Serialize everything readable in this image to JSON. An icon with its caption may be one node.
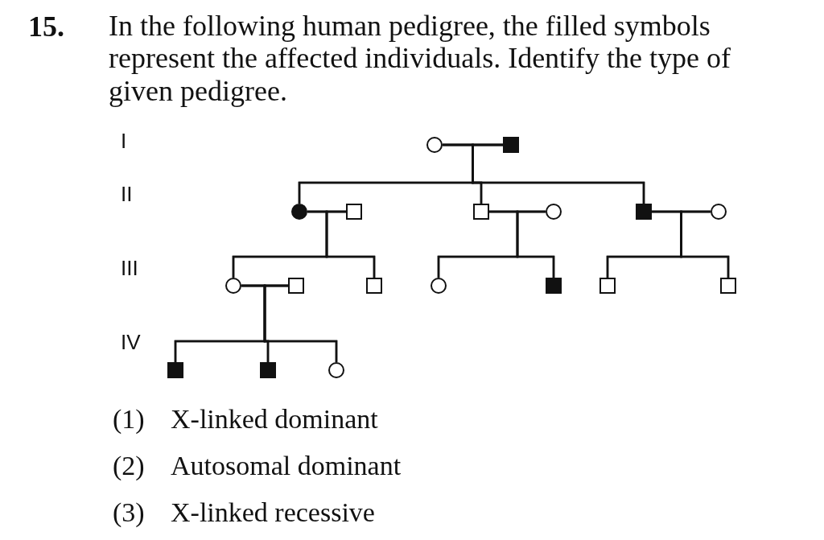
{
  "diagram": {
    "title": "In the following human pedigree, the filled symbols represent the affected individuals. Identify the type of given pedigree.",
    "nodes": [
      {
        "text": [],
        "shape": "circle"
      },
      {
        "text": [],
        "shape": "block"
      },
      {
        "text": [],
        "shape": "disc"
      },
      {
        "text": [],
        "shape": "box"
      },
      {
        "text": [],
        "shape": "box"
      },
      {
        "text": [],
        "shape": "circle"
      },
      {
        "text": [],
        "shape": "block"
      },
      {
        "text": [],
        "shape": "circle"
      },
      {
        "text": [],
        "shape": "circle"
      },
      {
        "text": [],
        "shape": "box"
      },
      {
        "text": [],
        "shape": "box"
      },
      {
        "text": [],
        "shape": "circle"
      },
      {
        "text": [],
        "shape": "block"
      },
      {
        "text": [],
        "shape": "box"
      },
      {
        "text": [],
        "shape": "box"
      },
      {
        "text": [],
        "shape": "block"
      },
      {
        "text": [],
        "shape": "block"
      },
      {
        "text": [],
        "shape": "circle"
      }
    ],
    "edges": [
      {
        "from": 0,
        "to": 1,
        "arrow": "none"
      },
      {
        "from": 2,
        "to": 3,
        "arrow": "none"
      },
      {
        "from": 4,
        "to": 5,
        "arrow": "none"
      },
      {
        "from": 6,
        "to": 7,
        "arrow": "none"
      },
      {
        "from": 8,
        "to": 9,
        "arrow": "none"
      },
      {
        "from": 0,
        "to": 2,
        "arrow": "none"
      },
      {
        "from": 1,
        "to": 2,
        "arrow": "none"
      },
      {
        "from": 0,
        "to": 4,
        "arrow": "none"
      },
      {
        "from": 1,
        "to": 4,
        "arrow": "none"
      },
      {
        "from": 0,
        "to": 6,
        "arrow": "none"
      },
      {
        "from": 1,
        "to": 6,
        "arrow": "none"
      },
      {
        "from": 2,
        "to": 8,
        "arrow": "none"
      },
      {
        "from": 3,
        "to": 8,
        "arrow": "none"
      },
      {
        "from": 2,
        "to": 10,
        "arrow": "none"
      },
      {
        "from": 3,
        "to": 10,
        "arrow": "none"
      },
      {
        "from": 4,
        "to": 11,
        "arrow": "none"
      },
      {
        "from": 5,
        "to": 11,
        "arrow": "none"
      },
      {
        "from": 4,
        "to": 12,
        "arrow": "none"
      },
      {
        "from": 5,
        "to": 12,
        "arrow": "none"
      },
      {
        "from": 6,
        "to": 13,
        "arrow": "none"
      },
      {
        "from": 7,
        "to": 13,
        "arrow": "none"
      },
      {
        "from": 6,
        "to": 14,
        "arrow": "none"
      },
      {
        "from": 7,
        "to": 14,
        "arrow": "none"
      },
      {
        "from": 8,
        "to": 15,
        "arrow": "none"
      },
      {
        "from": 9,
        "to": 15,
        "arrow": "none"
      },
      {
        "from": 8,
        "to": 16,
        "arrow": "none"
      },
      {
        "from": 9,
        "to": 16,
        "arrow": "none"
      },
      {
        "from": 8,
        "to": 17,
        "arrow": "none"
      },
      {
        "from": 9,
        "to": 17,
        "arrow": "none"
      }
    ],
    "labels": [
      "15.",
      "I",
      "II",
      "III",
      "IV",
      "(1)",
      "X-linked dominant",
      "(2)",
      "Autosomal dominant",
      "(3)",
      "X-linked recessive"
    ]
  }
}
